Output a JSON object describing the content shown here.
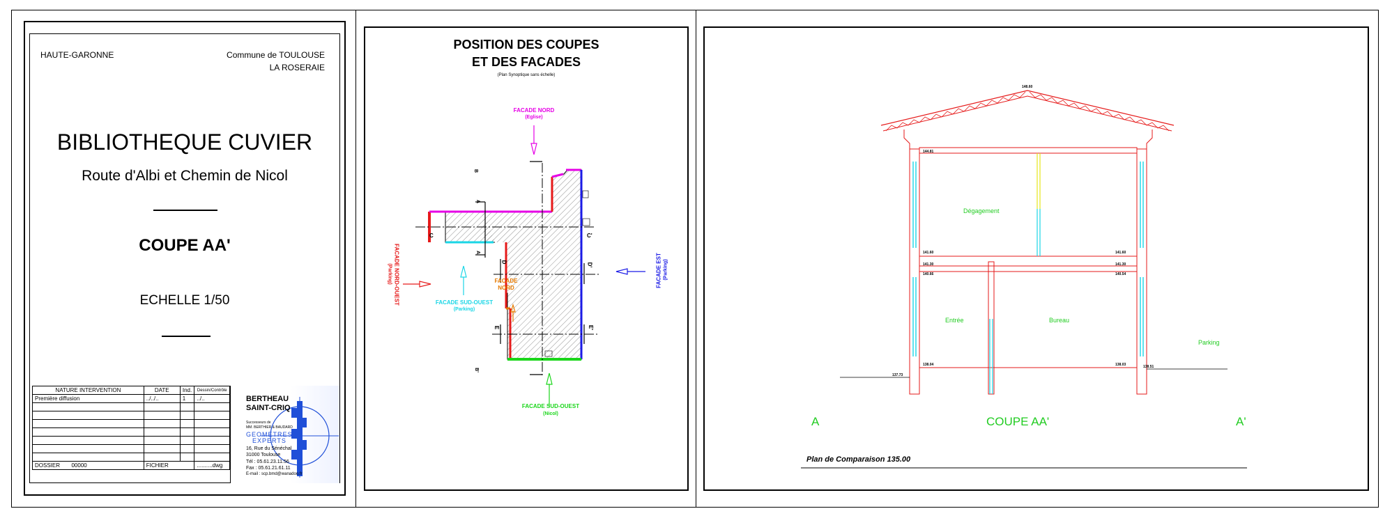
{
  "cartouche": {
    "department": "HAUTE-GARONNE",
    "commune": "Commune de TOULOUSE",
    "place": "LA ROSERAIE",
    "project_title": "BIBLIOTHEQUE CUVIER",
    "project_address": "Route d'Albi et Chemin de Nicol",
    "drawing_title": "COUPE AA'",
    "scale": "ECHELLE 1/50",
    "table": {
      "headers": [
        "NATURE INTERVENTION",
        "DATE",
        "Ind.",
        "Dessin/Contrôle"
      ],
      "rows": [
        [
          "Première diffusion",
          "../../..",
          "1",
          "../.."
        ],
        [
          "",
          "",
          "",
          ""
        ],
        [
          "",
          "",
          "",
          ""
        ],
        [
          "",
          "",
          "",
          ""
        ],
        [
          "",
          "",
          "",
          ""
        ],
        [
          "",
          "",
          "",
          ""
        ],
        [
          "",
          "",
          "",
          ""
        ],
        [
          "",
          "",
          "",
          ""
        ]
      ],
      "dossier_label": "DOSSIER",
      "dossier_value": "00000",
      "fichier_label": "FICHIER",
      "fichier_value": "..........dwg"
    },
    "firm": {
      "name_line1": "BERTHEAU",
      "name_line2": "SAINT-CRIQ",
      "successors_line1": "Successeurs de",
      "successors_line2": "MM. BERTHIER & BAUDARD",
      "profession_line1": "GEOMETRES",
      "profession_line2": "EXPERTS",
      "address_line1": "16, Rue du Sénéchal",
      "address_line2": "31000  Toulouse",
      "tel": "Tél : 05.61.23.11.56",
      "fax": "Fax : 05.61.21.61.11",
      "email": "E-mail : scp.bmd@wanadoo.fr",
      "logo_color": "#1f4fd8"
    }
  },
  "site_plan": {
    "title_line1": "POSITION DES COUPES",
    "title_line2": "ET DES FACADES",
    "subtitle": "(Plan Synoptique sans échelle)",
    "facade_nord_eglise": {
      "label": "FACADE NORD",
      "sub": "(Eglise)",
      "color": "#e600e6"
    },
    "facade_est": {
      "label": "FACADE EST",
      "sub": "(Parking)",
      "color": "#1a1ae6"
    },
    "facade_nord_ouest": {
      "label": "FACADE NORD-OUEST",
      "sub": "(Parking)",
      "color": "#e61a1a"
    },
    "facade_sud_ouest_parking": {
      "label": "FACADE SUD-OUEST",
      "sub": "(Parking)",
      "color": "#1ad6e6"
    },
    "facade_nord": {
      "label_line1": "FACADE",
      "label_line2": "NORD",
      "color": "#e67a00"
    },
    "facade_sud_ouest_nicol": {
      "label": "FACADE SUD-OUEST",
      "sub": "(Nicol)",
      "color": "#1ad61a"
    },
    "cut_markers": {
      "a": "A",
      "a_prime": "A'",
      "b": "B",
      "b_prime": "B'",
      "c": "C",
      "c_prime": "C'",
      "d": "D",
      "d_prime": "D'",
      "e": "E",
      "e_prime": "E'"
    }
  },
  "section": {
    "levels": {
      "roof_top": "148.60",
      "upper_ceiling": "144.81",
      "upper_floor_left": "141.60",
      "upper_floor_right": "141.60",
      "lower_top_left": "141.30",
      "lower_top_right": "141.30",
      "lower_sub_left": "140.66",
      "lower_sub_right": "140.54",
      "lower_floor_left": "138.04",
      "lower_floor_right": "138.03",
      "ground_left": "137.73",
      "ground_right": "138.51"
    },
    "rooms": {
      "upper": "Dégagement",
      "lower_left": "Entrée",
      "lower_right": "Bureau",
      "outside": "Parking"
    },
    "marker_left": "A",
    "marker_right": "A'",
    "title": "COUPE AA'",
    "comparison_plane": "Plan de Comparaison 135.00",
    "wall_color": "#e61a1a",
    "label_color": "#22cc22",
    "window_color": "#1ad6e6",
    "door_color": "#e6e61a"
  }
}
